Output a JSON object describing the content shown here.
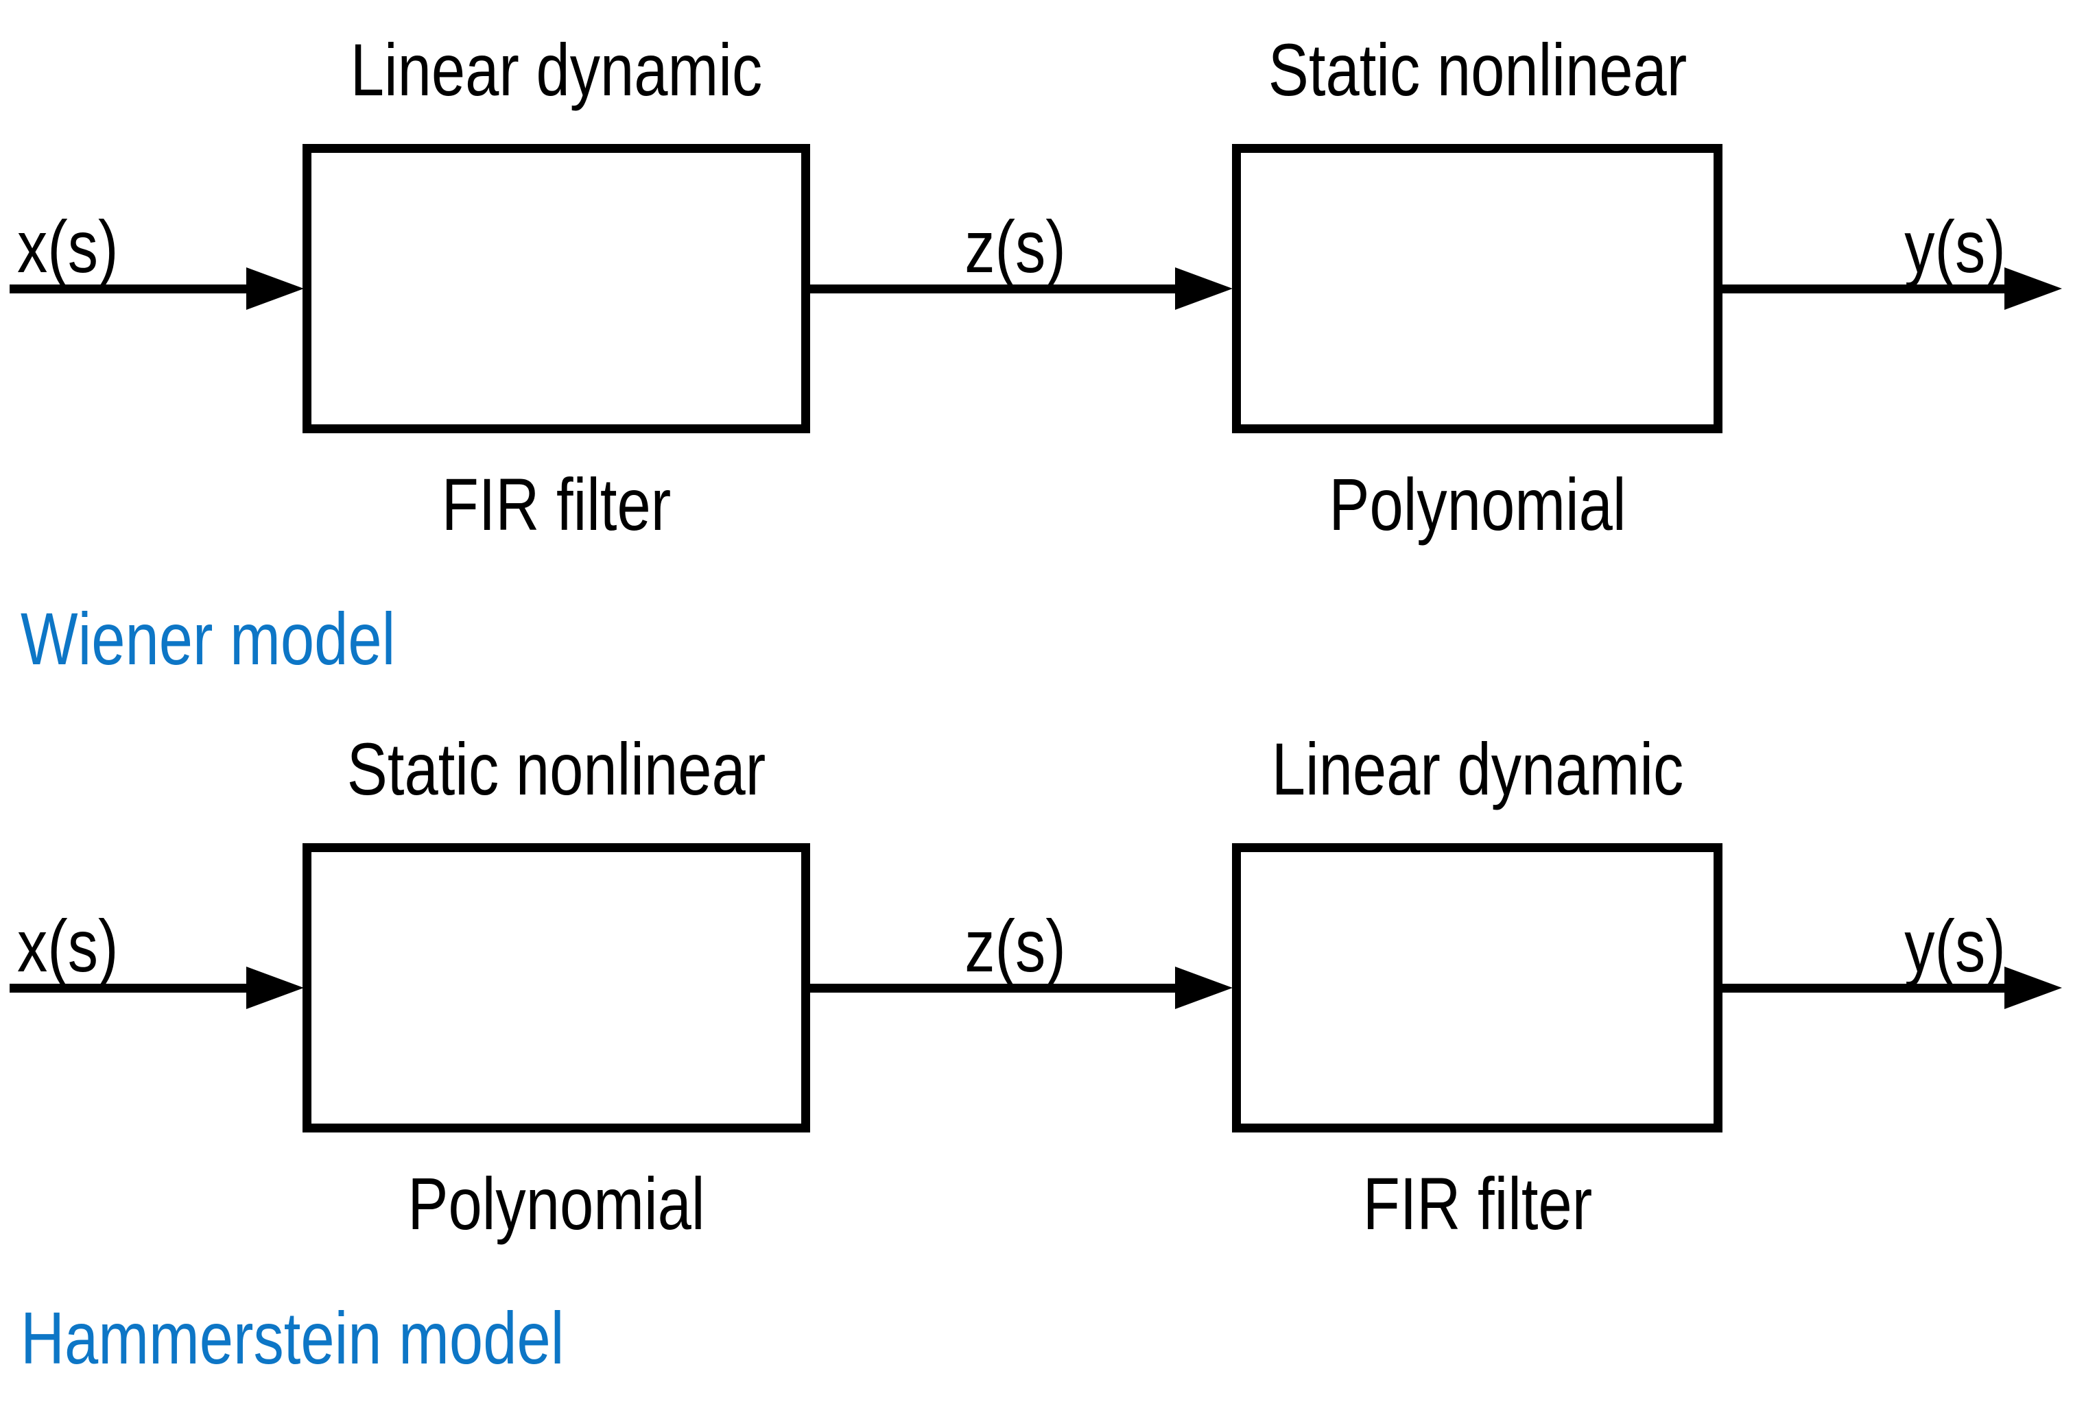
{
  "diagram": {
    "background_color": "#ffffff",
    "line_color": "#000000",
    "accent_color": "#0d76c6",
    "models": [
      {
        "name_label": "Wiener model",
        "blocks": [
          {
            "title": "Linear dynamic",
            "caption": "FIR filter"
          },
          {
            "title": "Static nonlinear",
            "caption": "Polynomial"
          }
        ],
        "signals": {
          "input": "x(s)",
          "intermediate": "z(s)",
          "output": "y(s)"
        }
      },
      {
        "name_label": "Hammerstein model",
        "blocks": [
          {
            "title": "Static nonlinear",
            "caption": "Polynomial"
          },
          {
            "title": "Linear dynamic",
            "caption": "FIR filter"
          }
        ],
        "signals": {
          "input": "x(s)",
          "intermediate": "z(s)",
          "output": "y(s)"
        }
      }
    ]
  }
}
